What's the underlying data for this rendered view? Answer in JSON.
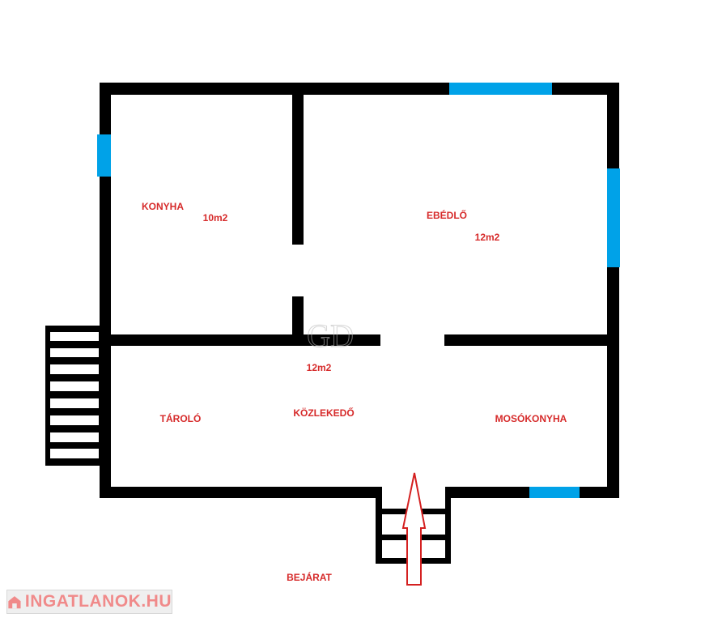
{
  "rooms": [
    {
      "name": "KONYHA",
      "area": "10m2"
    },
    {
      "name": "EBÉDLŐ",
      "area": "12m2"
    },
    {
      "name": "KÖZLEKEDŐ",
      "area": "12m2"
    },
    {
      "name": "TÁROLÓ"
    },
    {
      "name": "MOSÓKONYHA"
    }
  ],
  "entrance_label": "BEJÁRAT",
  "logo": {
    "text": "INGATLANOK.HU",
    "icon": "house-icon"
  },
  "watermark": "GD",
  "colors": {
    "wall": "#000000",
    "window": "#00a2e8",
    "label": "#d62a2a",
    "arrow": "#d42020"
  }
}
